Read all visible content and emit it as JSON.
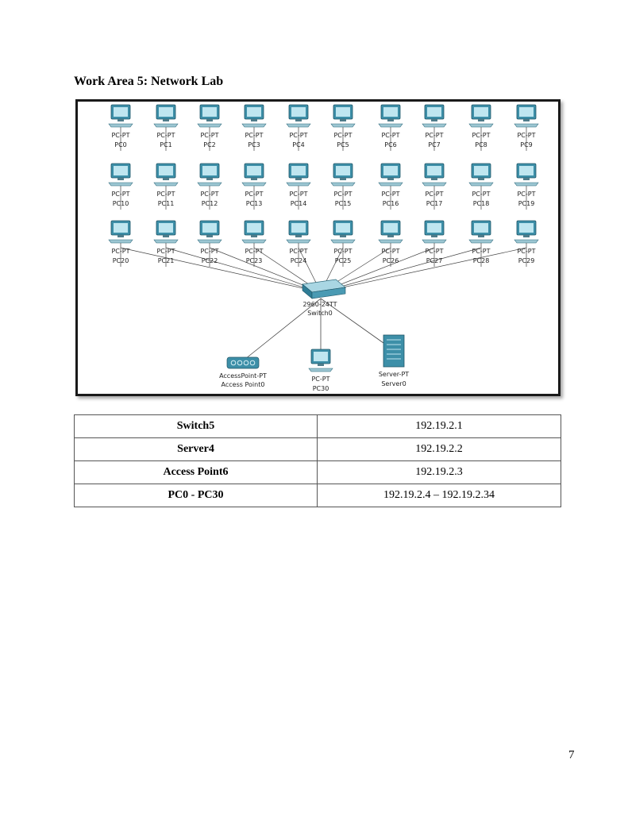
{
  "heading": "Work Area 5: Network Lab",
  "diagram": {
    "pc_type": "PC-PT",
    "pcs": [
      "PC0",
      "PC1",
      "PC2",
      "PC3",
      "PC4",
      "PC5",
      "PC6",
      "PC7",
      "PC8",
      "PC9",
      "PC10",
      "PC11",
      "PC12",
      "PC13",
      "PC14",
      "PC15",
      "PC16",
      "PC17",
      "PC18",
      "PC19",
      "PC20",
      "PC21",
      "PC22",
      "PC23",
      "PC24",
      "PC25",
      "PC26",
      "PC27",
      "PC28",
      "PC29"
    ],
    "switch": {
      "model": "2960-24TT",
      "name": "Switch0"
    },
    "access_point": {
      "model": "AccessPoint-PT",
      "name": "Access Point0"
    },
    "pc30": {
      "model": "PC-PT",
      "name": "PC30"
    },
    "server": {
      "model": "Server-PT",
      "name": "Server0"
    }
  },
  "table": {
    "rows": [
      {
        "device": "Switch5",
        "ip": "192.19.2.1"
      },
      {
        "device": "Server4",
        "ip": "192.19.2.2"
      },
      {
        "device": "Access Point6",
        "ip": "192.19.2.3"
      },
      {
        "device": "PC0 - PC30",
        "ip": "192.19.2.4 – 192.19.2.34"
      }
    ]
  },
  "page_number": "7"
}
